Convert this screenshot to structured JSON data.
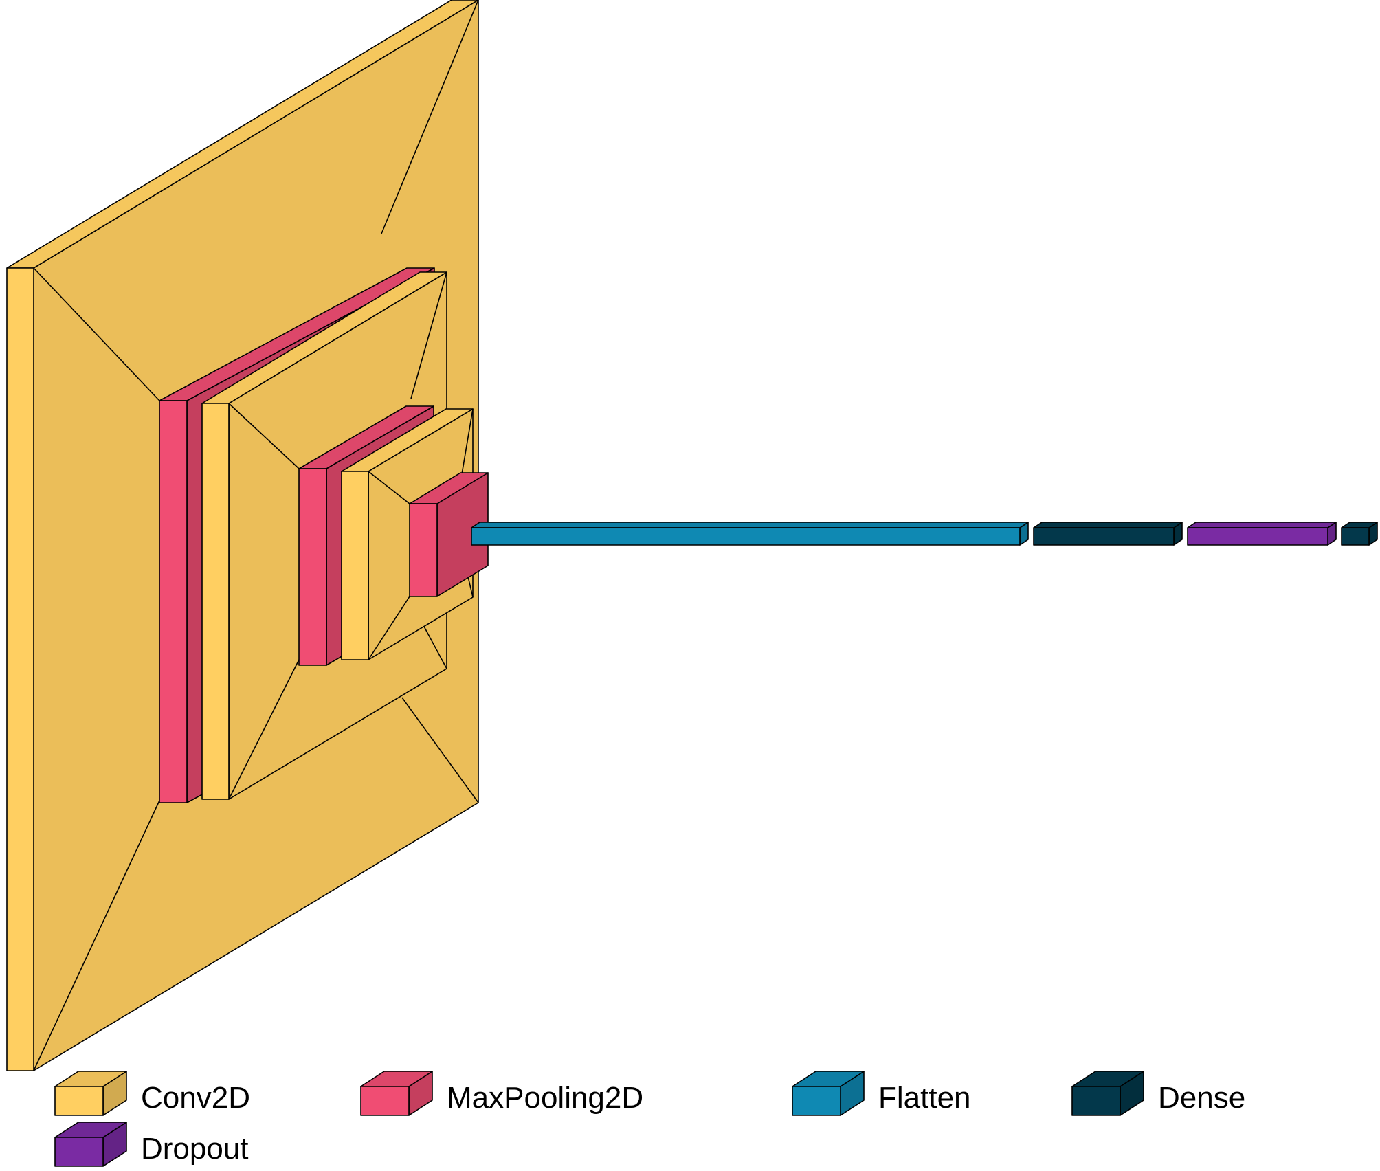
{
  "colors": {
    "Conv2D": "#FFCF61",
    "MaxPooling2D": "#F04D73",
    "Flatten": "#0F89B3",
    "Dense": "#03384B",
    "Dropout": "#7A2BA3"
  },
  "layers": [
    {
      "type": "Conv2D"
    },
    {
      "type": "MaxPooling2D"
    },
    {
      "type": "Conv2D"
    },
    {
      "type": "MaxPooling2D"
    },
    {
      "type": "Conv2D"
    },
    {
      "type": "MaxPooling2D"
    },
    {
      "type": "Flatten"
    },
    {
      "type": "Dense"
    },
    {
      "type": "Dropout"
    },
    {
      "type": "Dense"
    }
  ],
  "legend": [
    {
      "label": "Conv2D",
      "type": "Conv2D"
    },
    {
      "label": "MaxPooling2D",
      "type": "MaxPooling2D"
    },
    {
      "label": "Flatten",
      "type": "Flatten"
    },
    {
      "label": "Dense",
      "type": "Dense"
    },
    {
      "label": "Dropout",
      "type": "Dropout"
    }
  ]
}
